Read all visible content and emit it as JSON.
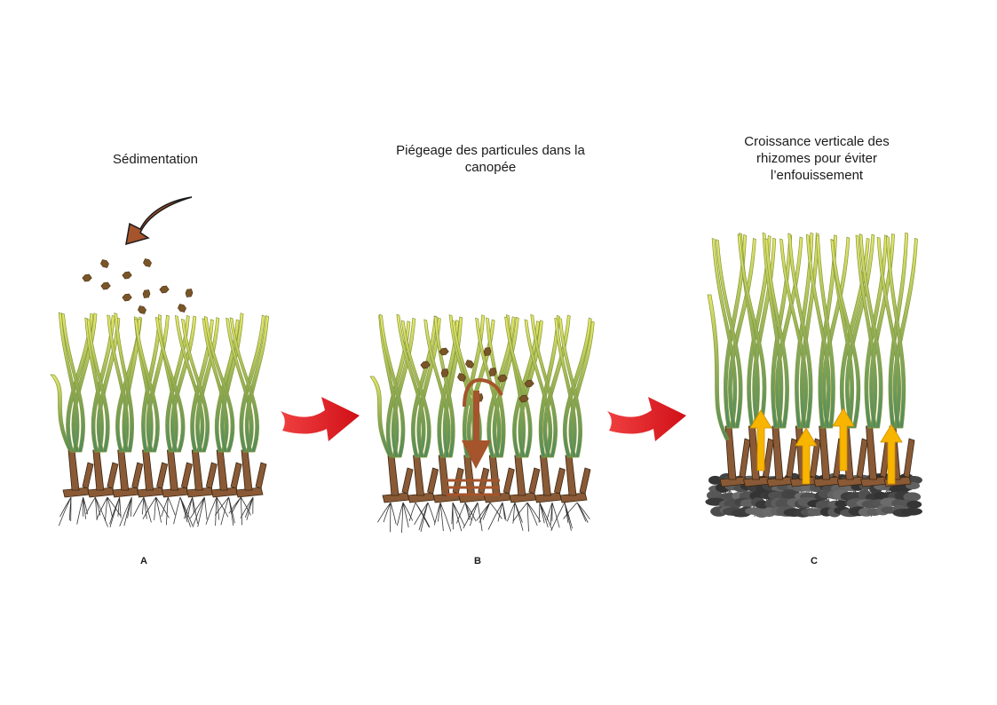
{
  "panels": [
    {
      "title": "Sédimentation",
      "letter": "A"
    },
    {
      "title": "Piégeage des particules dans la canopée",
      "letter": "B"
    },
    {
      "title": "Croissance verticale des rhizomes pour éviter l’enfouissement",
      "letter": "C"
    }
  ],
  "colors": {
    "leaf_top": "#e3e66a",
    "leaf_bottom": "#4f8a5e",
    "leaf_edge": "#8a9a3a",
    "rhizome": "#8a5a36",
    "particle": "#7a5528",
    "sediment_arrow": "#a5542c",
    "flow_arrow": "#e8202a",
    "growth_arrow": "#f7b500",
    "sediment_layer": "#444444",
    "root": "#333333"
  },
  "icons": [
    "curved-arrow-icon",
    "red-process-arrow-icon",
    "up-arrow-icon",
    "down-arrow-icon"
  ]
}
